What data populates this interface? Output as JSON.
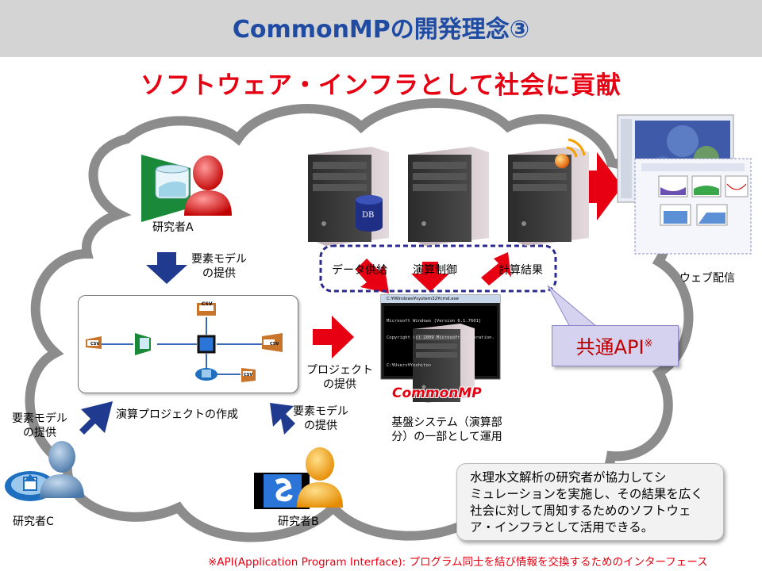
{
  "title": "CommonMPの開発理念③",
  "subtitle": "ソフトウェア・インフラとして社会に貢献",
  "researchers": {
    "a": "研究者A",
    "b": "研究者B",
    "c": "研究者C"
  },
  "arrow_labels": {
    "provide_model_top_1": "要素モデル",
    "provide_model_top_2": "の提供",
    "provide_model_left_1": "要素モデル",
    "provide_model_left_2": "の提供",
    "provide_model_right_1": "要素モデル",
    "provide_model_right_2": "の提供",
    "provide_project_1": "プロジェクト",
    "provide_project_2": "の提供"
  },
  "project_caption": "演算プロジェクトの作成",
  "server_labels": {
    "db": "DB",
    "data_supply": "データ供給",
    "calc_control": "演算制御",
    "calc_result": "計算結果"
  },
  "web_distribution": "ウェブ配信",
  "api_label": "共通API",
  "api_mark": "※",
  "commonmp_logo": "CommonMP",
  "base_system_1": "基盤システム（演算部",
  "base_system_2": "分）の一部として運用",
  "description": [
    "水理水文解析の研究者が協力してシ",
    "ミュレーションを実施し、その結果を広く",
    "社会に対して周知するためのソフトウェ",
    "ア・インフラとして活用できる。"
  ],
  "footnote": "※API(Application Program Interface): プログラム同士を結び情報を交換するためのインターフェース",
  "cmd_window": {
    "title": "C:¥Windows¥system32¥cmd.exe",
    "lines": [
      "Microsoft Windows [Version 6.1.7601]",
      "Copyright (c) 2009 Microsoft Corporation.",
      "",
      "C:¥Users¥Yoshito>"
    ]
  },
  "csv_tag": "CSV",
  "colors": {
    "title": "#1f4ba3",
    "subtitle": "#e60012",
    "cloud_outline": "#8c8c8c",
    "red_arrow": "#e60012",
    "blue_arrow": "#1f3a8f",
    "api_box": "#d4d2ef"
  }
}
